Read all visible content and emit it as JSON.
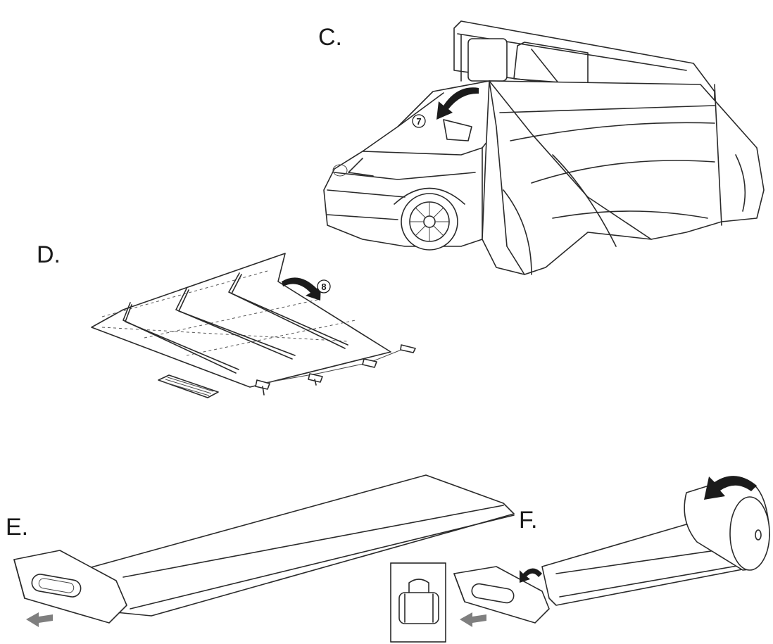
{
  "steps": {
    "c": {
      "label": "C.",
      "step_number": "7",
      "arrow_icon": "curved-arrow"
    },
    "d": {
      "label": "D.",
      "step_number": "8",
      "arrow_icon": "curved-arrow"
    },
    "e": {
      "label": "E.",
      "pull_arrow_icon": "gray-arrow-left"
    },
    "f": {
      "label": "F.",
      "roll_arrow_icon": "curved-arrow",
      "bag_icon": "bag-icon"
    }
  },
  "colors": {
    "line": "#2a2a2a",
    "arrow": "#1b1b1b",
    "pull_arrow": "#7f7f7f",
    "background": "#ffffff"
  }
}
